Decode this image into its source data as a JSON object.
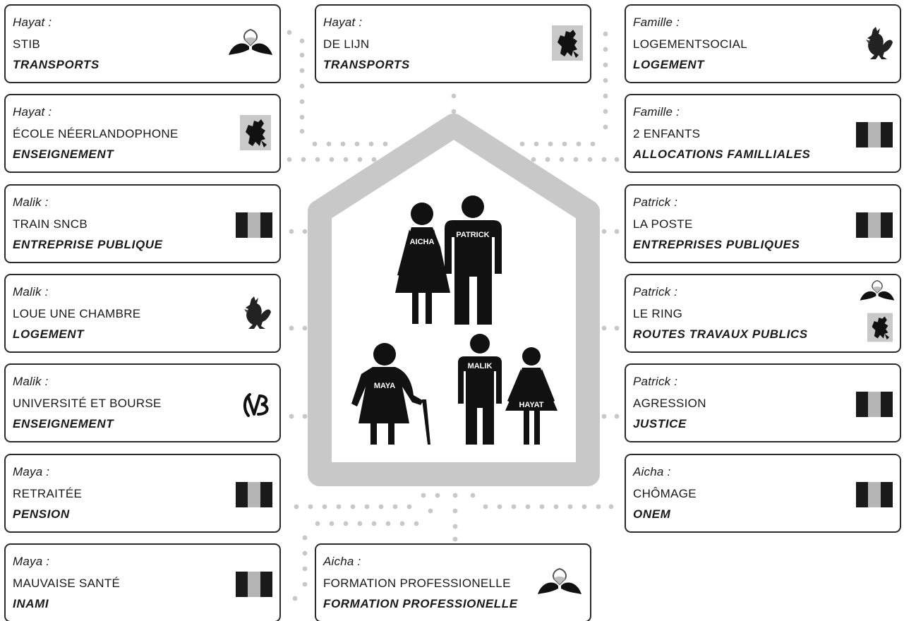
{
  "family": {
    "members": [
      "AICHA",
      "PATRICK",
      "MAYA",
      "MALIK",
      "HAYAT"
    ]
  },
  "cards": [
    {
      "id": "hayat-stib",
      "person": "Hayat :",
      "subject": "STIB",
      "category": "TRANSPORTS",
      "logo": "brussels-iris-logo"
    },
    {
      "id": "hayat-delijn",
      "person": "Hayat :",
      "subject": "DE LIJN",
      "category": "TRANSPORTS",
      "logo": "flemish-lion-logo"
    },
    {
      "id": "famille-logement",
      "person": "Famille :",
      "subject": "LOGEMENTSOCIAL",
      "category": "LOGEMENT",
      "logo": "walloon-rooster-logo"
    },
    {
      "id": "hayat-ecole",
      "person": "Hayat :",
      "subject": "ÉCOLE NÉERLANDOPHONE",
      "category": "ENSEIGNEMENT",
      "logo": "flemish-lion-logo"
    },
    {
      "id": "famille-allocations",
      "person": "Famille :",
      "subject": "2 ENFANTS",
      "category": "ALLOCATIONS FAMILLIALES",
      "logo": "belgian-flag"
    },
    {
      "id": "malik-train",
      "person": "Malik :",
      "subject": "TRAIN SNCB",
      "category": "ENTREPRISE PUBLIQUE",
      "logo": "belgian-flag"
    },
    {
      "id": "patrick-poste",
      "person": "Patrick :",
      "subject": "LA POSTE",
      "category": "ENTREPRISES PUBLIQUES",
      "logo": "belgian-flag"
    },
    {
      "id": "malik-chambre",
      "person": "Malik :",
      "subject": "LOUE UNE CHAMBRE",
      "category": "LOGEMENT",
      "logo": "walloon-rooster-logo"
    },
    {
      "id": "patrick-ring",
      "person": "Patrick :",
      "subject": "LE RING",
      "category": "ROUTES TRAVAUX PUBLICS",
      "logo": "brussels-iris-and-flemish-lion"
    },
    {
      "id": "malik-universite",
      "person": "Malik :",
      "subject": "UNIVERSITÉ ET BOURSE",
      "category": "ENSEIGNEMENT",
      "logo": "federation-wallonie-bruxelles-logo"
    },
    {
      "id": "patrick-agression",
      "person": "Patrick :",
      "subject": "AGRESSION",
      "category": "JUSTICE",
      "logo": "belgian-flag"
    },
    {
      "id": "maya-pension",
      "person": "Maya :",
      "subject": "RETRAITÉE",
      "category": "PENSION",
      "logo": "belgian-flag"
    },
    {
      "id": "aicha-chomage",
      "person": "Aicha :",
      "subject": "CHÔMAGE",
      "category": "ONEM",
      "logo": "belgian-flag"
    },
    {
      "id": "maya-inami",
      "person": "Maya :",
      "subject": "MAUVAISE SANTÉ",
      "category": "INAMI",
      "logo": "belgian-flag"
    },
    {
      "id": "aicha-formation",
      "person": "Aicha :",
      "subject": "FORMATION PROFESSIONELLE",
      "category": "FORMATION PROFESSIONELLE",
      "logo": "brussels-iris-logo"
    }
  ],
  "colors": {
    "border": "#2b2b2b",
    "house": "#c8c8c8",
    "dots": "#c8c8c8",
    "figure": "#111111",
    "flag_black": "#1a1a1a",
    "flag_middle": "#b5b5b5"
  }
}
